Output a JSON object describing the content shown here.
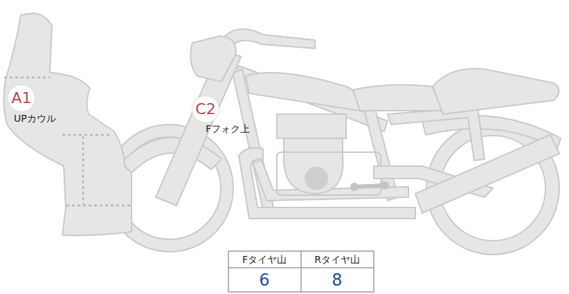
{
  "diagram": {
    "nodes": [
      {
        "text": [
          "A1",
          "UPカウル"
        ]
      },
      {
        "text": [
          "C2",
          "Fフォク上"
        ]
      }
    ],
    "labels": [
      "Fタイヤ山",
      "Rタイヤ山",
      "6",
      "8"
    ]
  }
}
